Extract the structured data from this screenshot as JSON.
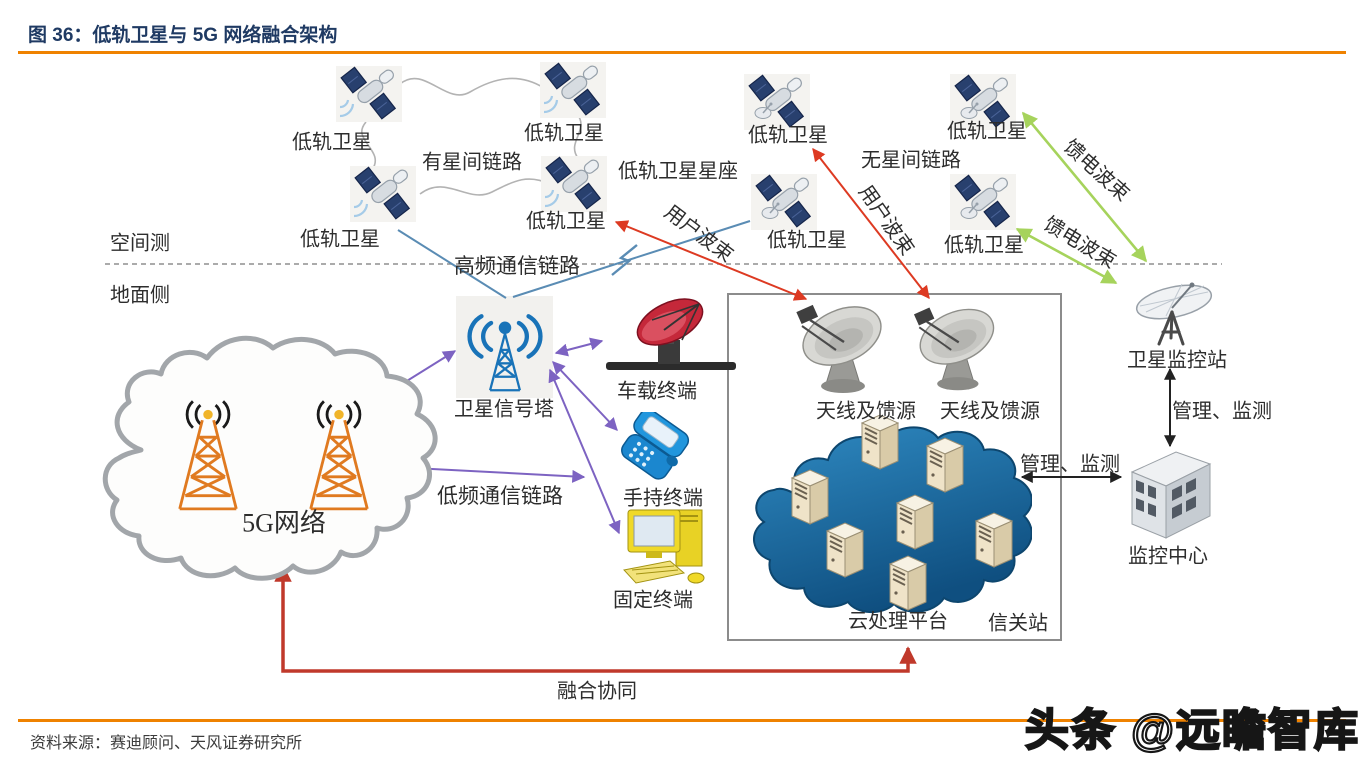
{
  "figure": {
    "title": "图 36：低轨卫星与 5G 网络融合架构",
    "source": "资料来源：赛迪顾问、天风证券研究所",
    "watermark": "头条 @远瞻智库"
  },
  "sides": {
    "space": "空间测",
    "ground": "地面侧"
  },
  "labels": {
    "leo_satellite": "低轨卫星",
    "with_isl": "有星间链路",
    "leo_constellation": "低轨卫星星座",
    "without_isl": "无星间链路",
    "user_beam": "用户波束",
    "feeder_beam": "馈电波束",
    "high_freq_link": "高频通信链路",
    "low_freq_link": "低频通信链路",
    "satellite_signal_tower": "卫星信号塔",
    "vehicle_terminal": "车载终端",
    "handheld_terminal": "手持终端",
    "fixed_terminal": "固定终端",
    "g5_network": "5G网络",
    "antenna_feed": "天线及馈源",
    "cloud_platform": "云处理平台",
    "gateway_station": "信关站",
    "satellite_monitor_station": "卫星监控站",
    "manage_monitor": "管理、监测",
    "monitor_center": "监控中心",
    "fusion_synergy": "融合协同"
  },
  "colors": {
    "accent_orange": "#EF8200",
    "title_navy": "#1F3A63",
    "user_beam_red": "#DD3A22",
    "feeder_beam_green": "#A6D35C",
    "terminal_purple": "#7D63C2",
    "hf_link_blue": "#5A8CB4",
    "fusion_red": "#C0392B"
  }
}
